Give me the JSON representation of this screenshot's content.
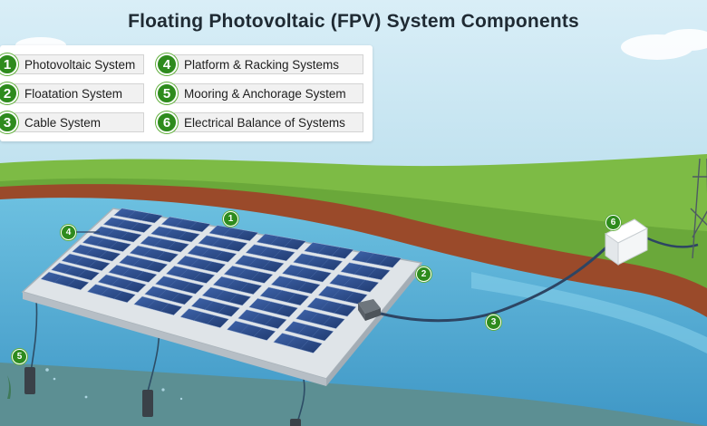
{
  "title": "Floating Photovoltaic (FPV) System Components",
  "legend": [
    {
      "num": "1",
      "label": "Photovoltaic System"
    },
    {
      "num": "2",
      "label": "Floatation System"
    },
    {
      "num": "3",
      "label": "Cable System"
    },
    {
      "num": "4",
      "label": "Platform & Racking Systems"
    },
    {
      "num": "5",
      "label": "Mooring & Anchorage System"
    },
    {
      "num": "6",
      "label": "Electrical Balance of Systems"
    }
  ],
  "markers": {
    "photovoltaic": "1",
    "floatation": "2",
    "cable": "3",
    "platform": "4",
    "mooring": "5",
    "electrical": "6"
  },
  "colors": {
    "badge_green": "#2e8b1d",
    "water": "#4aa6cf",
    "grass": "#6cae3c",
    "bank": "#9a4a2a",
    "panel": "#2b4a86"
  }
}
